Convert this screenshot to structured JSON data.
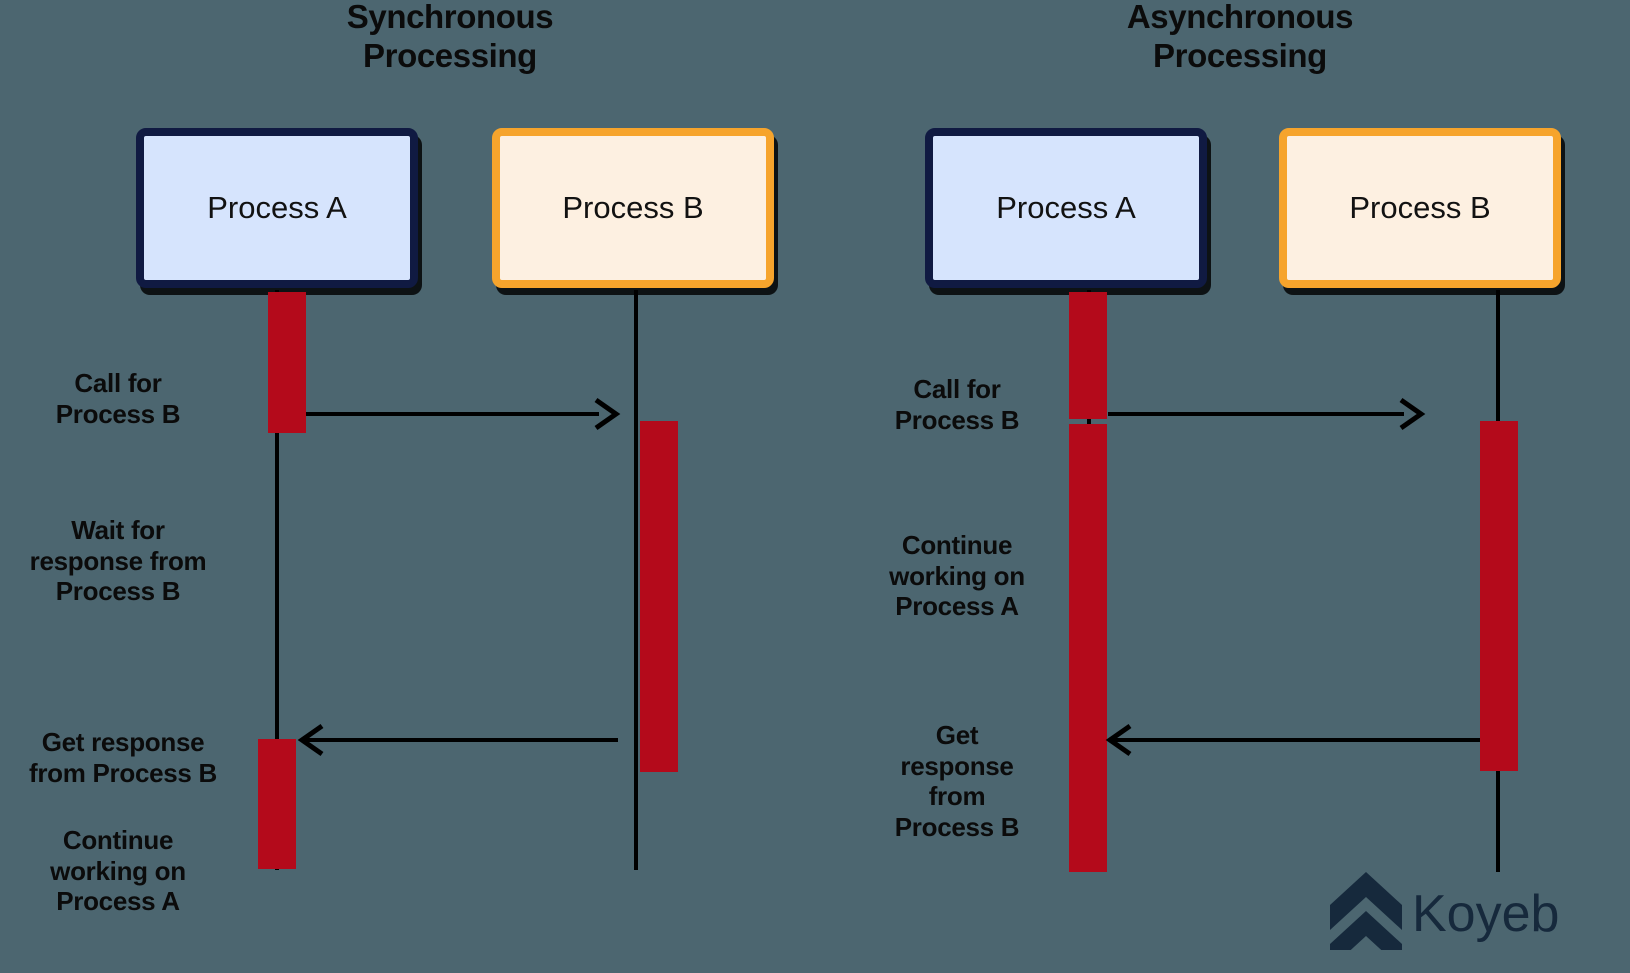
{
  "background_color": "#4c6670",
  "colors": {
    "process_a_fill": "#d6e4fd",
    "process_a_border": "#101a42",
    "process_b_fill": "#fdf0e1",
    "process_b_border": "#f6a42c",
    "activation_bar": "#b40a1b",
    "line": "#000000",
    "text": "#0b0b0b",
    "logo": "#16293c"
  },
  "panels": {
    "sync": {
      "title": "Synchronous\nProcessing",
      "participants": {
        "a": "Process A",
        "b": "Process B"
      },
      "steps": [
        {
          "label": "Call for\nProcess B"
        },
        {
          "label": "Wait for\nresponse from\nProcess B"
        },
        {
          "label": "Get response\nfrom Process B"
        },
        {
          "label": "Continue\nworking on\nProcess A"
        }
      ],
      "messages": [
        {
          "name": "call-for-process-b",
          "direction": "right"
        },
        {
          "name": "response-from-process-b",
          "direction": "left"
        }
      ]
    },
    "async": {
      "title": "Asynchronous\nProcessing",
      "participants": {
        "a": "Process A",
        "b": "Process B"
      },
      "steps": [
        {
          "label": "Call for\nProcess B"
        },
        {
          "label": "Continue\nworking on\nProcess A"
        },
        {
          "label": "Get\nresponse\nfrom\nProcess B"
        }
      ],
      "messages": [
        {
          "name": "call-for-process-b",
          "direction": "right"
        },
        {
          "name": "response-from-process-b",
          "direction": "left"
        }
      ]
    }
  },
  "branding": {
    "wordmark": "Koyeb",
    "logo_icon": "koyeb-chevrons-icon"
  }
}
